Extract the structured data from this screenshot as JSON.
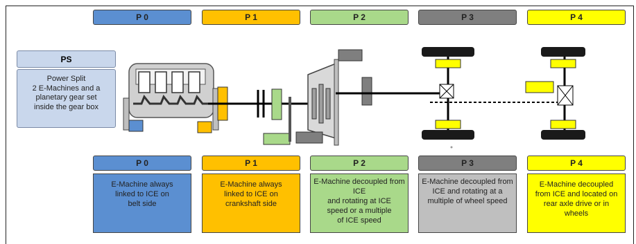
{
  "top_labels": [
    "P 0",
    "P 1",
    "P 2",
    "P 3",
    "P 4"
  ],
  "bottom_labels": [
    "P 0",
    "P 1",
    "P 2",
    "P 3",
    "P 4"
  ],
  "descriptions": [
    "E-Machine always\nlinked to ICE on\nbelt side",
    "E-Machine always\nlinked to ICE on\ncrankshaft side",
    "E-Machine decoupled from\nICE\nand rotating at ICE\nspeed or a multiple\nof ICE speed",
    "E-Machine decoupled from\nICE and rotating at a\nmultiple of wheel speed",
    "E-Machine decoupled\nfrom ICE and located on\nrear axle drive or in\nwheels"
  ],
  "power_split": {
    "title": "PS",
    "description": "Power Split\n2 E-Machines and a\nplanetary gear set\ninside the gear box"
  },
  "colors": {
    "p0": "#5b8fd1",
    "p1": "#ffc000",
    "p2": "#a9d98a",
    "p3": "#7f7f7f",
    "p3_desc": "#bfbfbf",
    "p4": "#ffff00",
    "ps": "#c9d7ec"
  }
}
